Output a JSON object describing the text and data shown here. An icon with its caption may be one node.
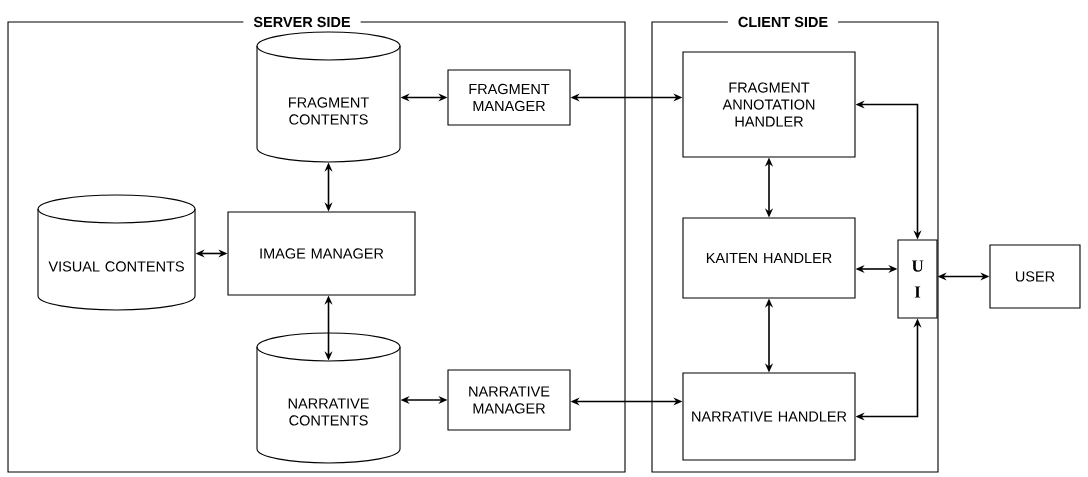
{
  "diagram": {
    "nodes": [
      {
        "text": [
          "SERVER SIDE"
        ]
      },
      {
        "text": [
          "CLIENT SIDE"
        ]
      },
      {
        "text": [
          "FRAGMENT CONTENTS"
        ],
        "in": 0
      },
      {
        "text": [
          "FRAGMENT MANAGER"
        ],
        "in": 0
      },
      {
        "text": [
          "VISUAL CONTENTS"
        ],
        "in": 0
      },
      {
        "text": [
          "IMAGE MANAGER"
        ],
        "in": 0
      },
      {
        "text": [
          "NARRATIVE CONTENTS"
        ],
        "in": 0
      },
      {
        "text": [
          "NARRATIVE MANAGER"
        ],
        "in": 0
      },
      {
        "text": [
          "FRAGMENT ANNOTATION HANDLER"
        ],
        "in": 1
      },
      {
        "text": [
          "KAITEN HANDLER"
        ],
        "in": 1
      },
      {
        "text": [
          "U I"
        ],
        "in": 1
      },
      {
        "text": [
          "NARRATIVE HANDLER"
        ],
        "in": 1
      },
      {
        "text": [
          "USER"
        ]
      }
    ],
    "edges": [
      {
        "from": 2,
        "to": 3,
        "arrow": "both"
      },
      {
        "from": 3,
        "to": 8,
        "arrow": "both"
      },
      {
        "from": 2,
        "to": 5,
        "arrow": "both"
      },
      {
        "from": 4,
        "to": 5,
        "arrow": "both"
      },
      {
        "from": 5,
        "to": 6,
        "arrow": "both"
      },
      {
        "from": 6,
        "to": 7,
        "arrow": "both"
      },
      {
        "from": 7,
        "to": 11,
        "arrow": "both"
      },
      {
        "from": 8,
        "to": 9,
        "arrow": "both"
      },
      {
        "from": 9,
        "to": 11,
        "arrow": "both"
      },
      {
        "from": 9,
        "to": 10,
        "arrow": "both"
      },
      {
        "from": 8,
        "to": 10,
        "arrow": "both"
      },
      {
        "from": 11,
        "to": 10,
        "arrow": "both"
      },
      {
        "from": 10,
        "to": 12,
        "arrow": "both"
      }
    ]
  }
}
